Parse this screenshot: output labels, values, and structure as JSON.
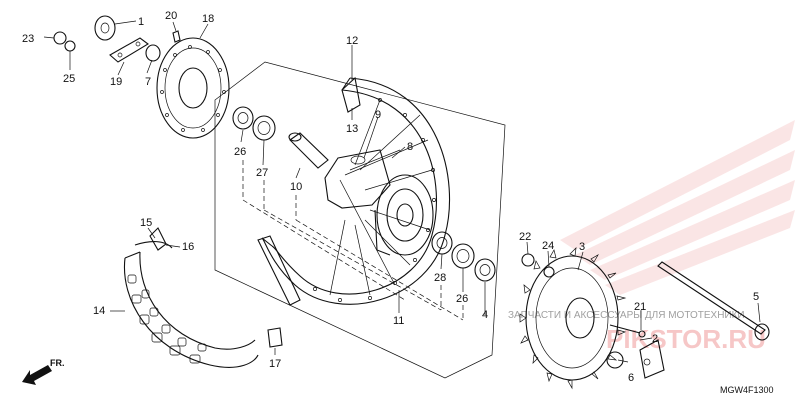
{
  "diagram": {
    "code": "MGW4F1300",
    "direction_label": "FR.",
    "watermark": {
      "brand": "PIKSTOR.RU",
      "tagline": "ЗАПЧАСТИ И АКСЕССУАРЫ ДЛЯ МОТОТЕХНИКИ"
    },
    "callouts": [
      {
        "id": "c1",
        "label": "1"
      },
      {
        "id": "c2",
        "label": "2"
      },
      {
        "id": "c3",
        "label": "3"
      },
      {
        "id": "c4",
        "label": "4"
      },
      {
        "id": "c5",
        "label": "5"
      },
      {
        "id": "c6",
        "label": "6"
      },
      {
        "id": "c7",
        "label": "7"
      },
      {
        "id": "c8",
        "label": "8"
      },
      {
        "id": "c9",
        "label": "9"
      },
      {
        "id": "c10",
        "label": "10"
      },
      {
        "id": "c11",
        "label": "11"
      },
      {
        "id": "c12",
        "label": "12"
      },
      {
        "id": "c13",
        "label": "13"
      },
      {
        "id": "c14",
        "label": "14"
      },
      {
        "id": "c15",
        "label": "15"
      },
      {
        "id": "c16",
        "label": "16"
      },
      {
        "id": "c17",
        "label": "17"
      },
      {
        "id": "c18",
        "label": "18"
      },
      {
        "id": "c19",
        "label": "19"
      },
      {
        "id": "c20",
        "label": "20"
      },
      {
        "id": "c21",
        "label": "21"
      },
      {
        "id": "c22",
        "label": "22"
      },
      {
        "id": "c23",
        "label": "23"
      },
      {
        "id": "c24",
        "label": "24"
      },
      {
        "id": "c25",
        "label": "25"
      },
      {
        "id": "c26a",
        "label": "26"
      },
      {
        "id": "c26b",
        "label": "26"
      },
      {
        "id": "c27",
        "label": "27"
      },
      {
        "id": "c28",
        "label": "28"
      }
    ]
  }
}
